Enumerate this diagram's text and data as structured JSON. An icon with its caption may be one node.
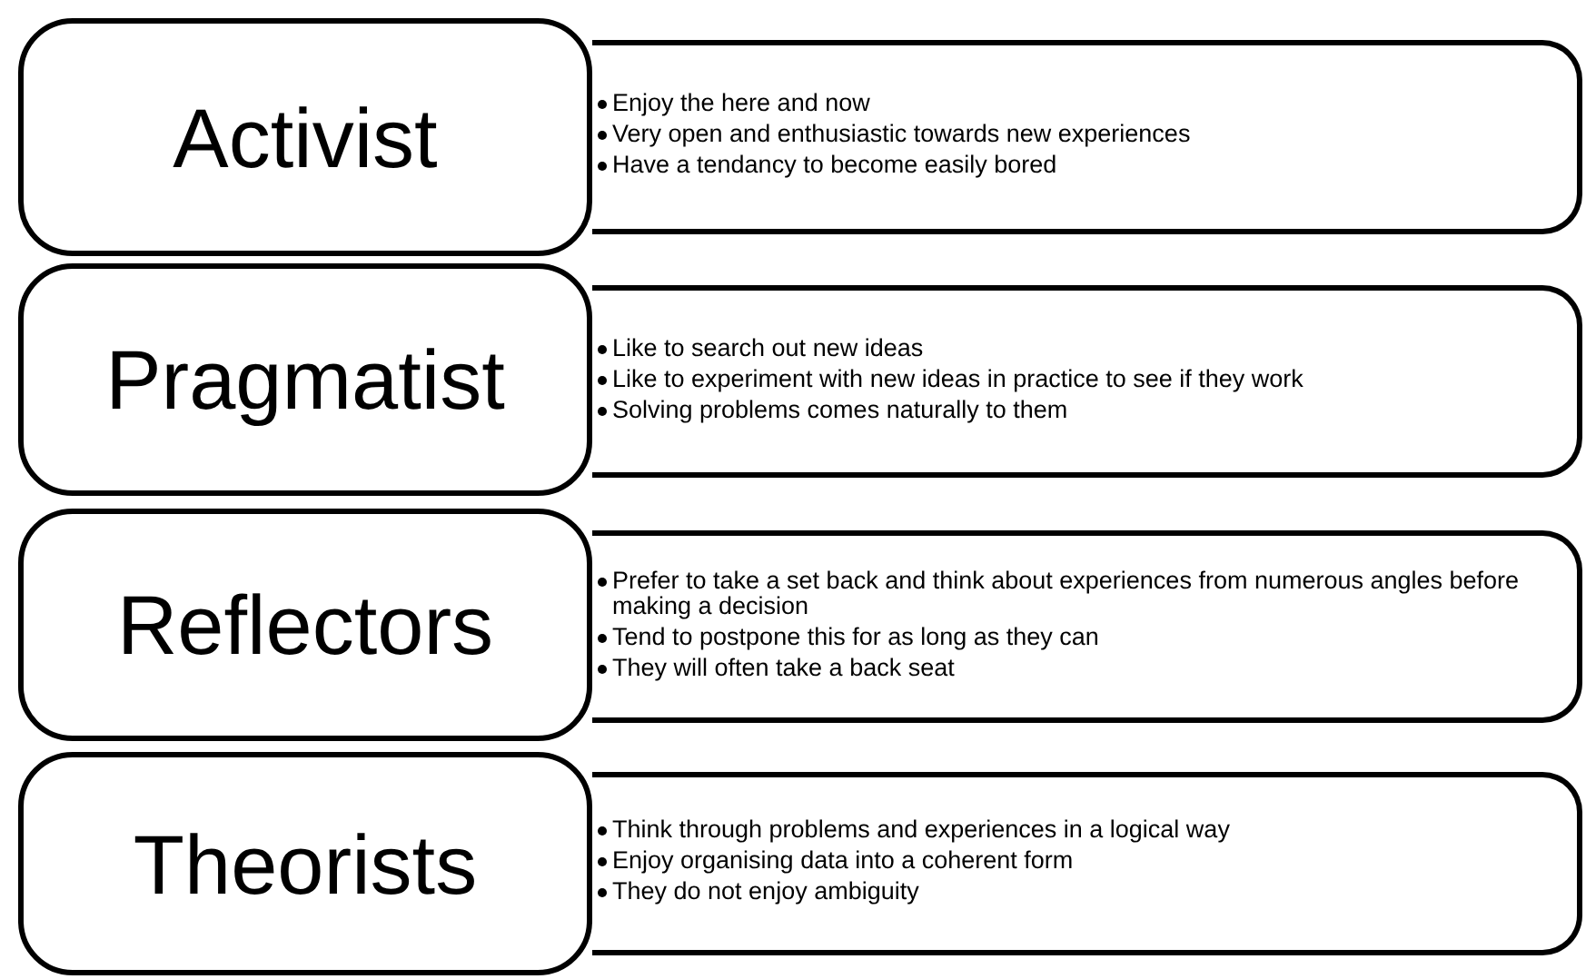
{
  "diagram": {
    "nodes": [
      {
        "text": [
          "Activist"
        ]
      },
      {
        "text": [
          "Enjoy the here and now",
          "Very open and enthusiastic towards new experiences",
          "Have a tendancy to become easily bored"
        ]
      },
      {
        "text": [
          "Pragmatist"
        ]
      },
      {
        "text": [
          "Like to search out new ideas",
          "Like to experiment with new ideas in practice to see if they work",
          "Solving problems comes naturally to them"
        ]
      },
      {
        "text": [
          "Reflectors"
        ]
      },
      {
        "text": [
          "Prefer to take a set back and think about experiences from numerous angles before making a decision",
          "Tend to postpone this for as long as they can",
          "They will often take a back seat"
        ]
      },
      {
        "text": [
          "Theorists"
        ]
      },
      {
        "text": [
          "Think through problems and experiences in a logical way",
          "Enjoy organising data into a coherent form",
          "They do not enjoy ambiguity"
        ]
      }
    ]
  }
}
